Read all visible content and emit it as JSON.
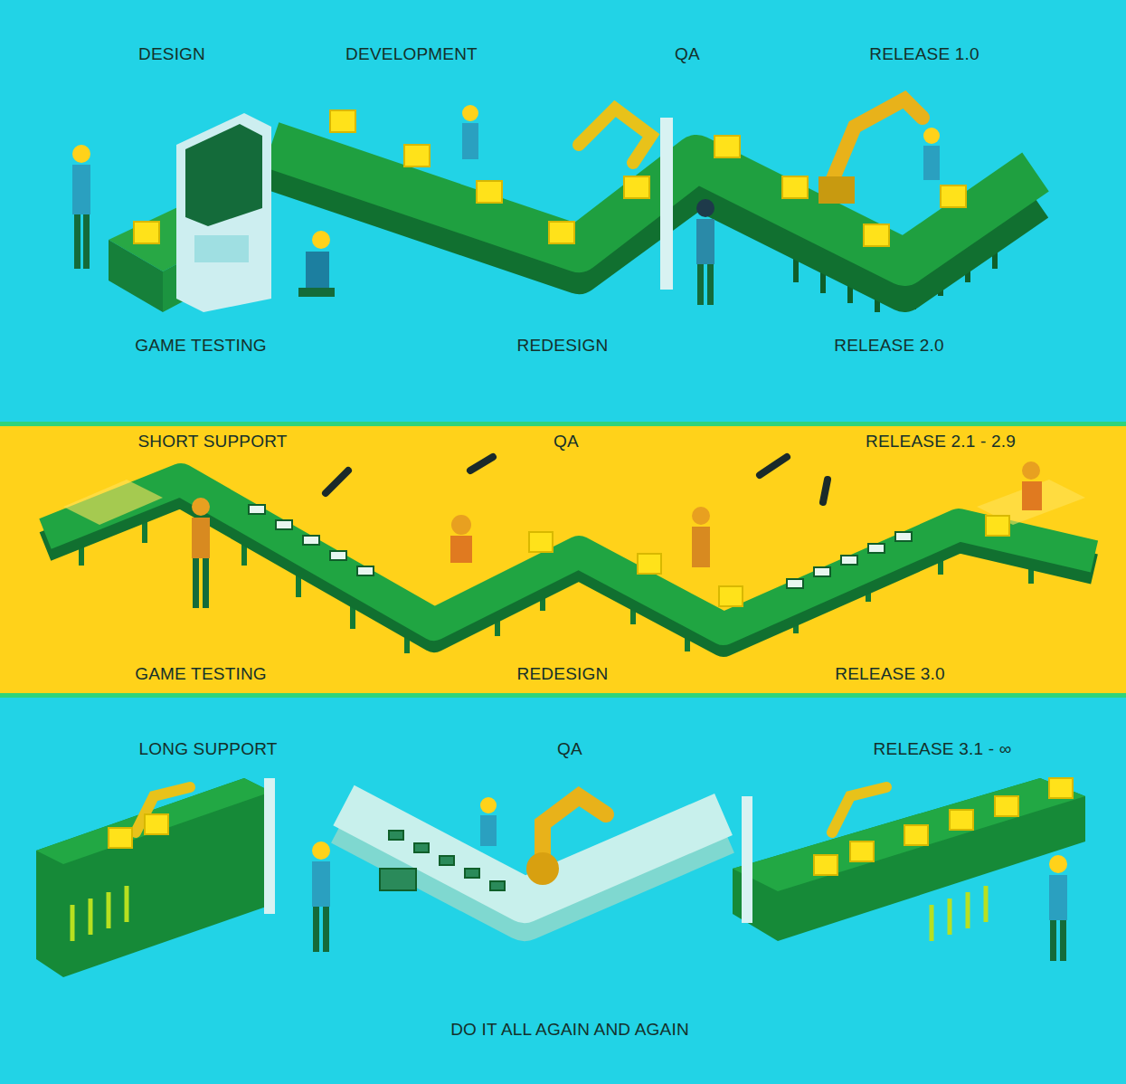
{
  "diagram": {
    "nodes": [
      {
        "text": [
          "DESIGN",
          "DEVELOPMENT",
          "QA",
          "RELEASE 1.0",
          "GAME TESTING",
          "REDESIGN",
          "RELEASE 2.0"
        ]
      },
      {
        "text": [
          "SHORT SUPPORT",
          "QA",
          "RELEASE 2.1 - 2.9",
          "GAME TESTING",
          "REDESIGN",
          "RELEASE 3.0"
        ]
      },
      {
        "text": [
          "LONG SUPPORT",
          "QA",
          "RELEASE 3.1 - ∞",
          "DO IT ALL AGAIN AND AGAIN"
        ]
      }
    ]
  }
}
